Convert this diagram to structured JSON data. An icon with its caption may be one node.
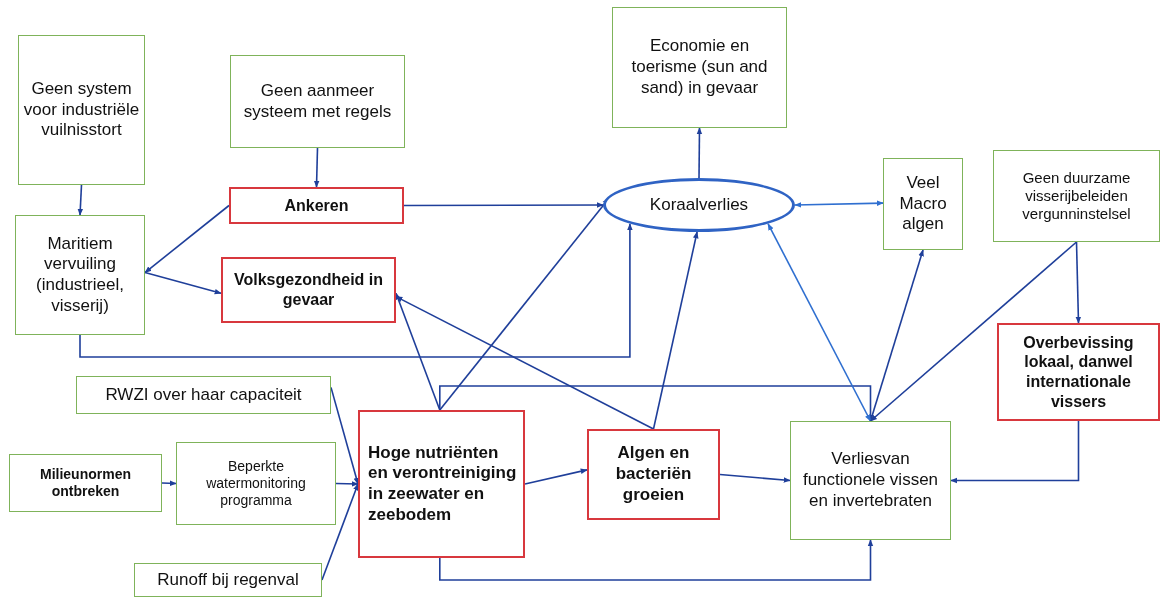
{
  "diagram": {
    "nodes": [
      {
        "text": [
          "Geen system voor industriële vuilnisstort"
        ]
      },
      {
        "text": [
          "Geen aanmeer systeem met regels"
        ]
      },
      {
        "text": [
          "Economie en toerisme (sun and sand) in gevaar"
        ]
      },
      {
        "text": [
          "Maritiem vervuiling (industrieel, visserij)"
        ]
      },
      {
        "text": [
          "Ankeren"
        ]
      },
      {
        "text": [
          "Volksgezondheid in gevaar"
        ]
      },
      {
        "text": [
          "Koraalverlies"
        ]
      },
      {
        "text": [
          "Veel Macro algen"
        ]
      },
      {
        "text": [
          "Geen duurzame visserijbeleiden vergunninstelsel"
        ]
      },
      {
        "text": [
          "Overbevissing lokaal, danwel internationale vissers"
        ]
      },
      {
        "text": [
          "RWZI over haar capaciteit"
        ]
      },
      {
        "text": [
          "Milieunormen ontbreken"
        ]
      },
      {
        "text": [
          "Beperkte watermonitoring programma"
        ]
      },
      {
        "text": [
          "Hoge nutriënten en verontreiniging in zeewater en zeebodem"
        ]
      },
      {
        "text": [
          "Algen en bacteriën groeien"
        ]
      },
      {
        "text": [
          "Verliesvan functionele vissen en invertebraten"
        ]
      },
      {
        "text": [
          "Runoff bij regenval"
        ]
      }
    ],
    "edges": [
      {
        "from": 0,
        "to": 3,
        "arrow": "to"
      },
      {
        "from": 1,
        "to": 4,
        "arrow": "to"
      },
      {
        "from": 4,
        "to": 3,
        "arrow": "to"
      },
      {
        "from": 3,
        "to": 5,
        "arrow": "to"
      },
      {
        "from": 4,
        "to": 6,
        "arrow": "to"
      },
      {
        "from": 3,
        "to": 6,
        "arrow": "to"
      },
      {
        "from": 6,
        "to": 2,
        "arrow": "to"
      },
      {
        "from": 6,
        "to": 7,
        "arrow": "both",
        "color": "#2f6fd0"
      },
      {
        "from": 13,
        "to": 6,
        "arrow": "to"
      },
      {
        "from": 13,
        "to": 5,
        "arrow": "to"
      },
      {
        "from": 13,
        "to": 15,
        "arrow": "to"
      },
      {
        "from": 13,
        "to": 15,
        "arrow": "to"
      },
      {
        "from": 13,
        "to": 14,
        "arrow": "to"
      },
      {
        "from": 14,
        "to": 5,
        "arrow": "to"
      },
      {
        "from": 14,
        "to": 6,
        "arrow": "to"
      },
      {
        "from": 14,
        "to": 15,
        "arrow": "to"
      },
      {
        "from": 15,
        "to": 7,
        "arrow": "to"
      },
      {
        "from": 6,
        "to": 15,
        "arrow": "both",
        "color": "#2f6fd0"
      },
      {
        "from": 8,
        "to": 15,
        "arrow": "to"
      },
      {
        "from": 8,
        "to": 9,
        "arrow": "to"
      },
      {
        "from": 9,
        "to": 15,
        "arrow": "to"
      },
      {
        "from": 10,
        "to": 13,
        "arrow": "to"
      },
      {
        "from": 11,
        "to": 12,
        "arrow": "to"
      },
      {
        "from": 12,
        "to": 13,
        "arrow": "to"
      },
      {
        "from": 16,
        "to": 13,
        "arrow": "to"
      }
    ]
  }
}
